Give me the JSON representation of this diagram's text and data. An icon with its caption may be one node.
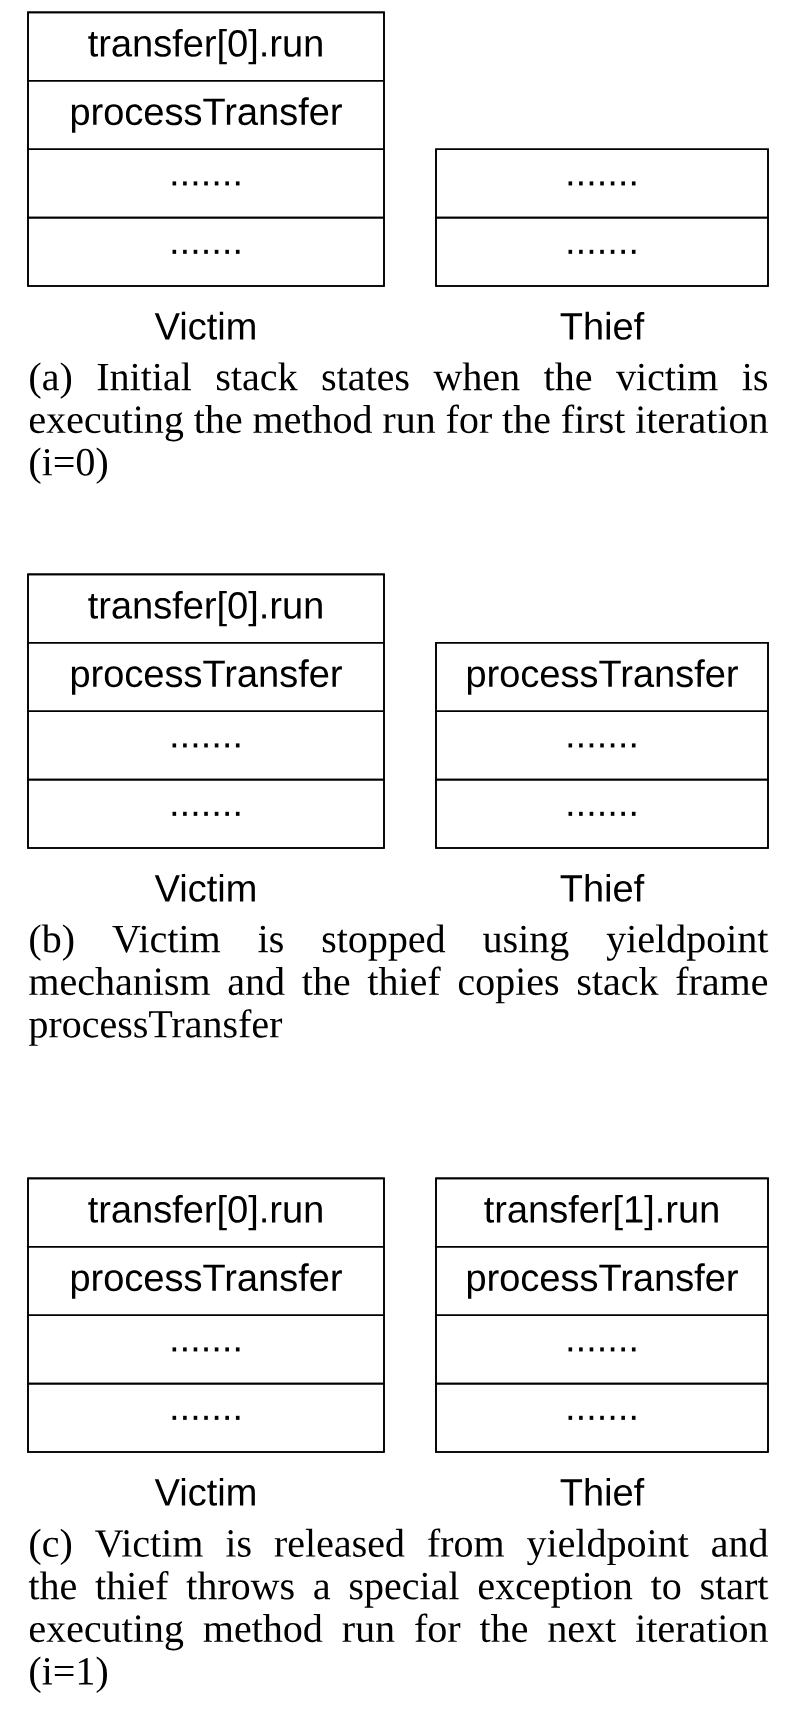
{
  "diagram": {
    "nodes": [
      {
        "text": [
          "Victim"
        ]
      },
      {
        "text": [
          "transfer[0].run"
        ],
        "in": 0
      },
      {
        "text": [
          "processTransfer"
        ],
        "in": 0
      },
      {
        "text": [
          "......."
        ],
        "in": 0
      },
      {
        "text": [
          "......."
        ],
        "in": 0
      },
      {
        "text": [
          "Thief"
        ]
      },
      {
        "text": [
          "......."
        ],
        "in": 5
      },
      {
        "text": [
          "......."
        ],
        "in": 5
      },
      {
        "text": [
          "Victim"
        ]
      },
      {
        "text": [
          "transfer[0].run"
        ],
        "in": 8
      },
      {
        "text": [
          "processTransfer"
        ],
        "in": 8
      },
      {
        "text": [
          "......."
        ],
        "in": 8
      },
      {
        "text": [
          "......."
        ],
        "in": 8
      },
      {
        "text": [
          "Thief"
        ]
      },
      {
        "text": [
          "processTransfer"
        ],
        "in": 13
      },
      {
        "text": [
          "......."
        ],
        "in": 13
      },
      {
        "text": [
          "......."
        ],
        "in": 13
      },
      {
        "text": [
          "Victim"
        ]
      },
      {
        "text": [
          "transfer[0].run"
        ],
        "in": 17
      },
      {
        "text": [
          "processTransfer"
        ],
        "in": 17
      },
      {
        "text": [
          "......."
        ],
        "in": 17
      },
      {
        "text": [
          "......."
        ],
        "in": 17
      },
      {
        "text": [
          "Thief"
        ]
      },
      {
        "text": [
          "transfer[1].run"
        ],
        "in": 22
      },
      {
        "text": [
          "processTransfer"
        ],
        "in": 22
      },
      {
        "text": [
          "......."
        ],
        "in": 22
      },
      {
        "text": [
          "......."
        ],
        "in": 22
      }
    ],
    "labels": [
      "(a) Initial stack states when the victim is executing the method run for the first iteration (i=0)",
      "(b) Victim is stopped using yieldpoint mechanism and the thief copies stack frame processTransfer",
      "(c) Victim is released from yieldpoint and the thief throws a special exception to start executing method run for the next iteration (i=1)"
    ]
  }
}
